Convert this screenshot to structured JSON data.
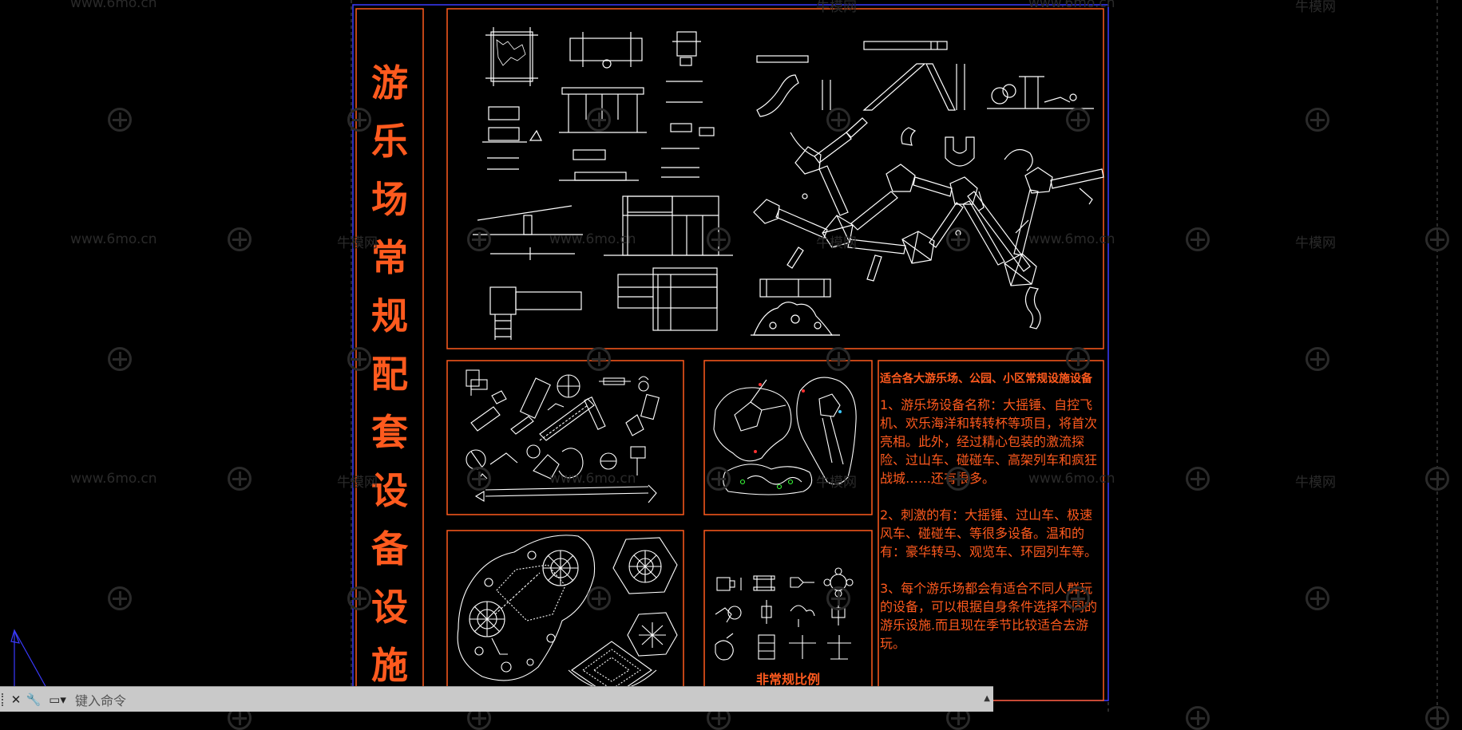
{
  "colors": {
    "background": "#000000",
    "frame_orange": "#ff5a1e",
    "frame_blue": "#3a3aff",
    "drawing_white": "#ffffff",
    "title_text": "#ff5a1e",
    "command_bar": "#c9c9c9"
  },
  "title_chars": [
    "游",
    "乐",
    "场",
    "常",
    "规",
    "配",
    "套",
    "设",
    "备",
    "设",
    "施"
  ],
  "description": {
    "heading": "适合各大游乐场、公园、小区常规设施设备",
    "paragraphs": [
      "1、游乐场设备名称：大摇锤、自控飞机、欢乐海洋和转转杯等项目，将首次亮相。此外，经过精心包装的激流探险、过山车、碰碰车、高架列车和疯狂战城……还有很多。",
      "2、刺激的有：大摇锤、过山车、极速风车、碰碰车、等很多设备。温和的有：豪华转马、观览车、环园列车等。",
      "3、每个游乐场都会有适合不同人群玩的设备，可以根据自身条件选择不同的游乐设施.而且现在季节比较适合去游玩。"
    ]
  },
  "scale_label": "非常规比例",
  "watermarks": {
    "site": "www.6mo.cn",
    "brand": "牛模网"
  },
  "command_line": {
    "placeholder": "键入命令",
    "close_icon": "close-icon",
    "settings_icon": "wrench-icon",
    "history_icon": "command-history-icon"
  }
}
